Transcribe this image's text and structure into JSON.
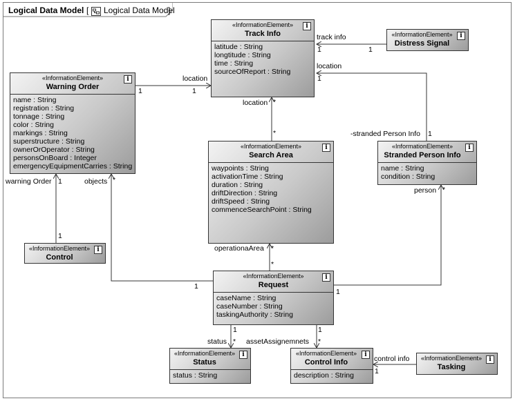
{
  "frame": {
    "kind": "Logical Data Model",
    "name": "Logical Data Model",
    "bracket_open": "[",
    "bracket_close": "]"
  },
  "stereotype": "«InformationElement»",
  "info_glyph": "i",
  "classes": {
    "track_info": {
      "name": "Track Info",
      "attrs": [
        {
          "n": "latitude",
          "t": "String"
        },
        {
          "n": "longtitude",
          "t": "String"
        },
        {
          "n": "time",
          "t": "String"
        },
        {
          "n": "sourceOfReport",
          "t": "String"
        }
      ]
    },
    "distress_signal": {
      "name": "Distress Signal",
      "attrs": []
    },
    "warning_order": {
      "name": "Warning Order",
      "attrs": [
        {
          "n": "name",
          "t": "String"
        },
        {
          "n": "registration",
          "t": "String"
        },
        {
          "n": "tonnage",
          "t": "String"
        },
        {
          "n": "color",
          "t": "String"
        },
        {
          "n": "markings",
          "t": "String"
        },
        {
          "n": "superstructure",
          "t": "String"
        },
        {
          "n": "ownerOrOperator",
          "t": "String"
        },
        {
          "n": "personsOnBoard",
          "t": "Integer"
        },
        {
          "n": "emergencyEquipmentCarries",
          "t": "String"
        }
      ]
    },
    "search_area": {
      "name": "Search Area",
      "attrs": [
        {
          "n": "waypoints",
          "t": "String"
        },
        {
          "n": "activationTime",
          "t": "String"
        },
        {
          "n": "duration",
          "t": "String"
        },
        {
          "n": "driftDirection",
          "t": "String"
        },
        {
          "n": "driftSpeed",
          "t": "String"
        },
        {
          "n": "commenceSearchPoint",
          "t": "String"
        }
      ]
    },
    "stranded_person_info": {
      "name": "Stranded Person Info",
      "attrs": [
        {
          "n": "name",
          "t": "String"
        },
        {
          "n": "condition",
          "t": "String"
        }
      ]
    },
    "control": {
      "name": "Control",
      "attrs": []
    },
    "request": {
      "name": "Request",
      "attrs": [
        {
          "n": "caseName",
          "t": "String"
        },
        {
          "n": "caseNumber",
          "t": "String"
        },
        {
          "n": "taskingAuthority",
          "t": "String"
        }
      ]
    },
    "status": {
      "name": "Status",
      "attrs": [
        {
          "n": "status",
          "t": "String"
        }
      ]
    },
    "control_info": {
      "name": "Control Info",
      "attrs": [
        {
          "n": "description",
          "t": "String"
        }
      ]
    },
    "tasking": {
      "name": "Tasking",
      "attrs": []
    }
  },
  "labels": {
    "track_info_role": "track info",
    "one": "1",
    "many": "*",
    "location": "location",
    "stranded_person_info_role": "-stranded Person Info",
    "warning_order_role": "warning Order",
    "objects": "objects",
    "person": "person",
    "operationa_area": "operationaArea",
    "status_role": "status",
    "asset_assignements": "assetAssignemnets",
    "control_info_role": "control info"
  }
}
